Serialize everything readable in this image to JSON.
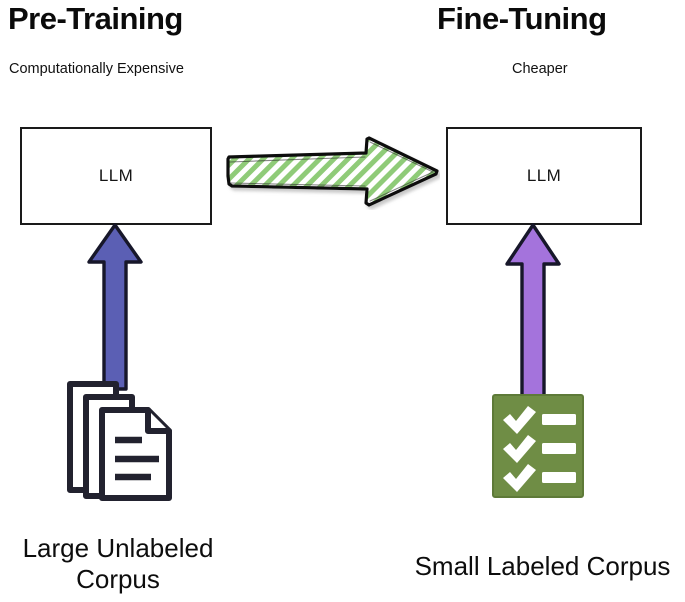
{
  "diagram": {
    "title_left": "Pre-Training",
    "title_right": "Fine-Tuning",
    "subtitle_left": "Computationally Expensive",
    "subtitle_right": "Cheaper",
    "box_left_label": "LLM",
    "box_right_label": "LLM",
    "caption_left": "Large Unlabeled\nCorpus",
    "caption_right": "Small Labeled Corpus",
    "icons": {
      "transition_arrow": "green-hatched-right-arrow",
      "left_up_arrow": "blue-purple-up-arrow",
      "right_up_arrow": "purple-up-arrow",
      "left_source": "document-stack-icon",
      "right_source": "green-checklist-icon"
    },
    "colors": {
      "background": "#ffffff",
      "text": "#0d0d0d",
      "box_border": "#1a1a1a",
      "arrow_green_fill": "#9fd08a",
      "arrow_green_stroke": "#101010",
      "arrow_blue_fill": "#5b5fb4",
      "arrow_blue_stroke": "#17172a",
      "arrow_purple_fill": "#a473dc",
      "arrow_purple_stroke": "#17172a",
      "doc_outline": "#22222f",
      "doc_fill": "#ffffff",
      "checklist_fill": "#6f8d45",
      "checklist_mark": "#ffffff"
    },
    "checklist_items": 3,
    "document_pages": 3,
    "document_lines": 3
  }
}
